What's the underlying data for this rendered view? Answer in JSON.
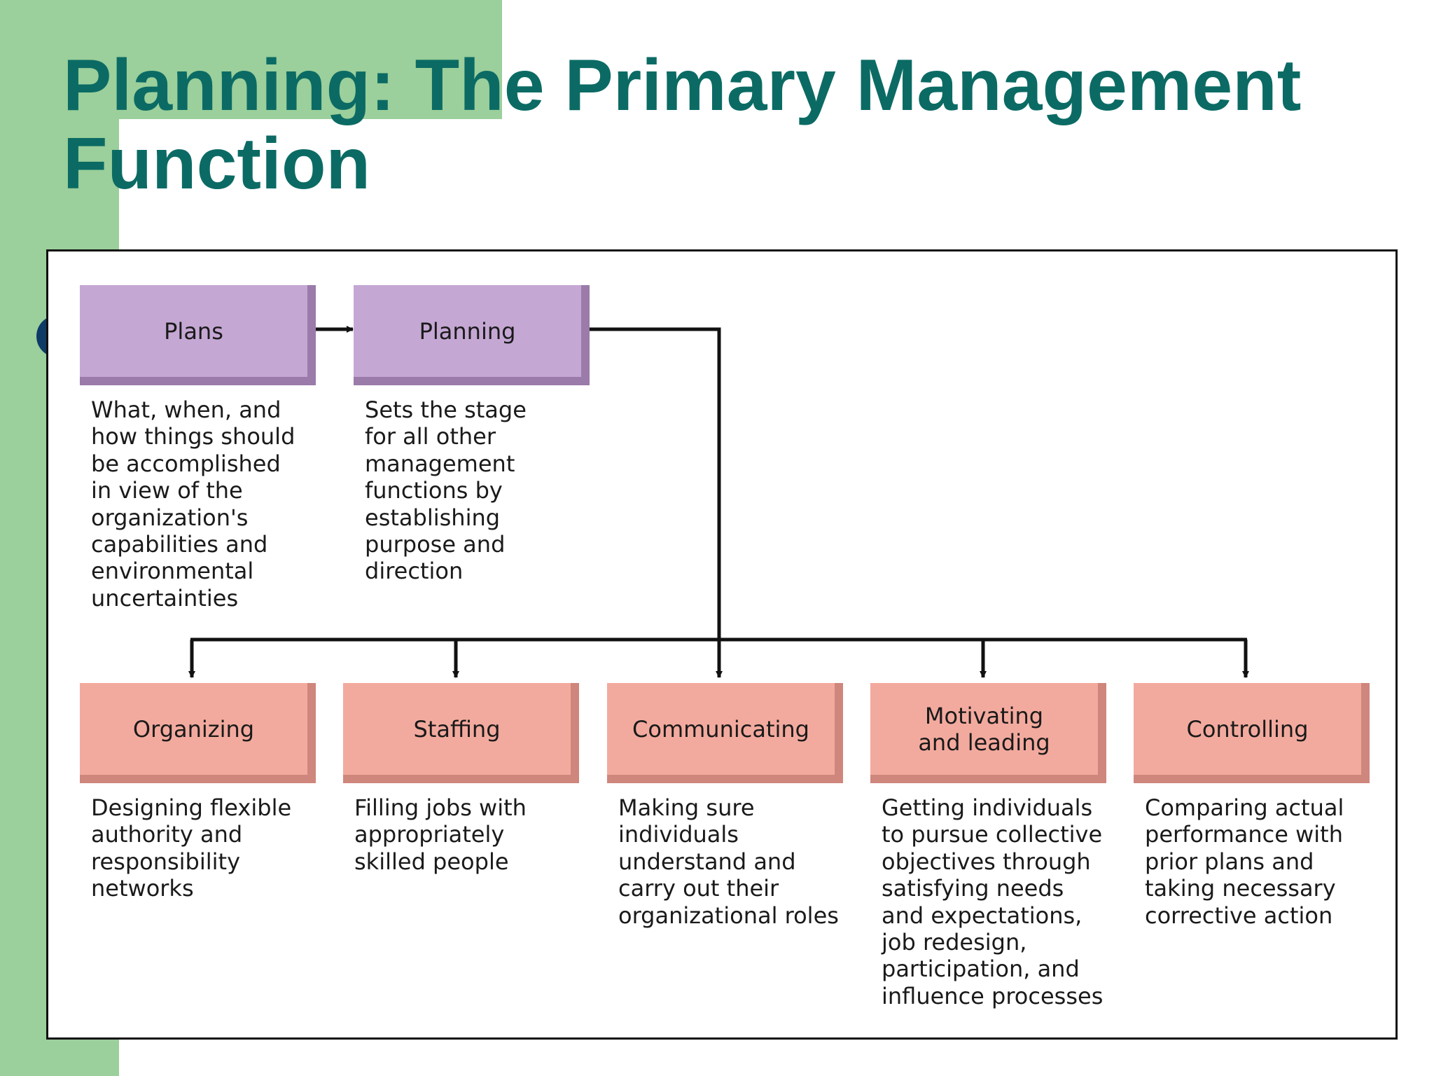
{
  "slide": {
    "title": "Planning: The Primary Management Function"
  },
  "colors": {
    "title": "#0b6b64",
    "background_band": "#9bcf9b",
    "plan_box": "#c5a7d4",
    "function_box": "#f3aa9e",
    "connector": "#111111"
  },
  "top_row": [
    {
      "label": "Plans",
      "description": "What, when, and\nhow things should\nbe accomplished\nin view of the\norganization's\ncapabilities and\nenvironmental\nuncertainties"
    },
    {
      "label": "Planning",
      "description": "Sets the stage\nfor all other\nmanagement\nfunctions by\nestablishing\npurpose and\ndirection"
    }
  ],
  "functions": [
    {
      "label": "Organizing",
      "description": "Designing flexible\nauthority and\nresponsibility\nnetworks"
    },
    {
      "label": "Staffing",
      "description": "Filling jobs with\nappropriately\nskilled people"
    },
    {
      "label": "Communicating",
      "description": "Making sure\nindividuals\nunderstand and\ncarry out their\norganizational roles"
    },
    {
      "label": "Motivating\nand leading",
      "description": "Getting individuals\nto pursue collective\nobjectives through\nsatisfying needs\nand expectations,\njob redesign,\nparticipation, and\ninfluence processes"
    },
    {
      "label": "Controlling",
      "description": "Comparing actual\nperformance with\nprior plans and\ntaking necessary\ncorrective action"
    }
  ]
}
